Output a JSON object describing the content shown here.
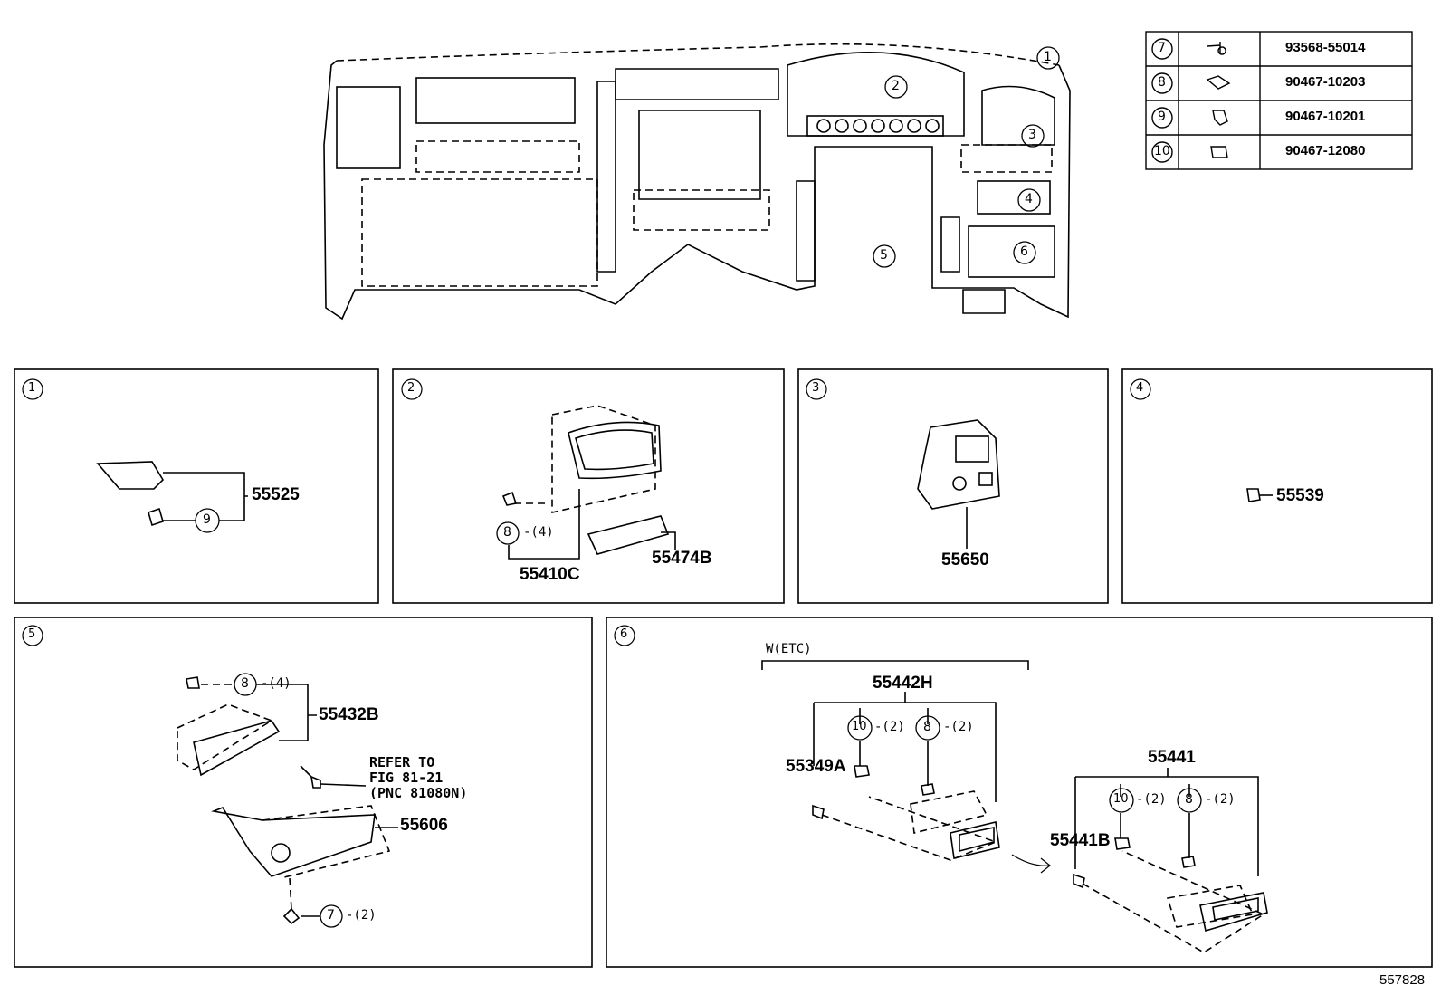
{
  "fasteners": [
    {
      "ref": "7",
      "part": "93568-55014",
      "icon": "screw-icon"
    },
    {
      "ref": "8",
      "part": "90467-10203",
      "icon": "clip-icon"
    },
    {
      "ref": "9",
      "part": "90467-10201",
      "icon": "clip-icon"
    },
    {
      "ref": "10",
      "part": "90467-12080",
      "icon": "clip-icon"
    }
  ],
  "main": {
    "callouts": [
      "1",
      "2",
      "3",
      "4",
      "5",
      "6"
    ]
  },
  "panels": {
    "p1": {
      "no": "1",
      "part": "55525",
      "clip": "9"
    },
    "p2": {
      "no": "2",
      "clip": "8",
      "qty": "-(4)",
      "part_a": "55410C",
      "part_b": "55474B"
    },
    "p3": {
      "no": "3",
      "part": "55650"
    },
    "p4": {
      "no": "4",
      "part": "55539"
    },
    "p5": {
      "no": "5",
      "clip": "8",
      "clip_qty": "-(4)",
      "part_a": "55432B",
      "ref_1": "REFER TO",
      "ref_2": "FIG 81-21",
      "ref_3": "(PNC 81080N)",
      "part_b": "55606",
      "screw": "7",
      "screw_qty": "-(2)"
    },
    "p6": {
      "no": "6",
      "variant": "W(ETC)",
      "part_a": "55442H",
      "c10": "10",
      "c10_qty": "-(2)",
      "c8": "8",
      "c8_qty": "-(2)",
      "part_a1": "55349A",
      "part_b": "55441",
      "d10": "10",
      "d10_qty": "-(2)",
      "d8": "8",
      "d8_qty": "-(2)",
      "part_b1": "55441B"
    }
  },
  "figure_id": "557828"
}
